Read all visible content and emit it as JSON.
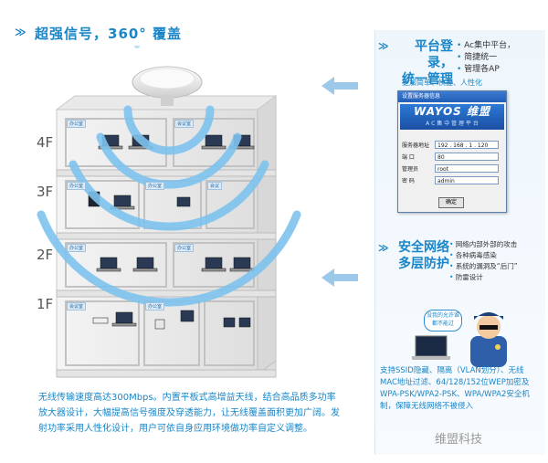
{
  "header": {
    "title": "超强信号，360° 覆盖"
  },
  "floors": [
    "4F",
    "3F",
    "2F",
    "1F"
  ],
  "room_labels": [
    "办公室",
    "会议室",
    "办公室",
    "办公室",
    "会议",
    "办公室",
    "办公室",
    "会议室",
    "办公室"
  ],
  "description": "无线传输速度高达300Mbps。内置平板式高增益天线，结合高品质多功率放大器设计，大幅提高信号强度及穿透能力，让无线覆盖面积更加广阔。发射功率采用人性化设计，用户可依自身应用环境做功率自定义调整。",
  "platform": {
    "title_line1": "平台登录，",
    "title_line2": "统一管理",
    "bullets": [
      "Ac集中平台，",
      "简捷统一",
      "管理各AP"
    ],
    "subtitle": "更加简单、快捷、人性化"
  },
  "login_window": {
    "title": "设置服务器信息",
    "brand": "WAYOS 维盟",
    "brand_sub": "A C 集 中 管 理 平 台",
    "fields": [
      {
        "label": "服务器地址",
        "value": "192 . 168 . 1 . 120"
      },
      {
        "label": "端  口",
        "value": "80"
      },
      {
        "label": "管理员",
        "value": "root"
      },
      {
        "label": "密  码",
        "value": "admin"
      }
    ],
    "ok_label": "确定"
  },
  "security": {
    "title_line1": "安全网络",
    "title_line2": "多层防护",
    "bullets": [
      "网络内部外部的攻击",
      "各种病毒感染",
      "系统的漏洞及“后门”",
      "防雷设计"
    ],
    "bubble": "没我的允许谁都不能过",
    "text": "支持SSID隐藏、隔离（VLAN划分）、无线MAC地址过滤、64/128/152位WEP加密及WPA-PSK/WPA2-PSK、WPA/WPA2安全机制，保障无线网络不被侵入"
  },
  "watermark": "维盟科技"
}
